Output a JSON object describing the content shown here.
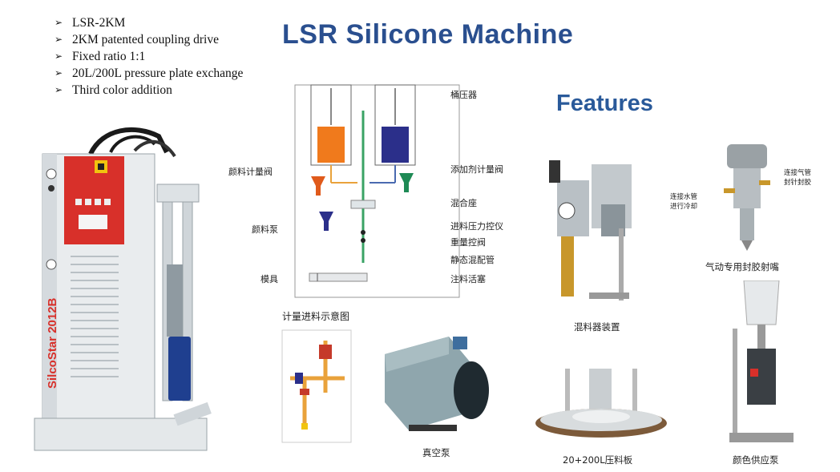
{
  "title": "LSR Silicone Machine",
  "features_heading": "Features",
  "bullets": [
    "LSR-2KM",
    "2KM patented coupling drive",
    "Fixed ratio 1:1",
    "20L/200L pressure plate exchange",
    "Third color addition"
  ],
  "machine_label": "SilcoStar 2012B",
  "diagram": {
    "left_labels": [
      "颜料计量阀",
      "颜料泵",
      "模具"
    ],
    "right_labels": [
      "桶压器",
      "添加剂计量阀",
      "混合座",
      "进料压力控仪",
      "重量控阀",
      "静态混配管",
      "注料活塞"
    ]
  },
  "metering_caption": "计量进料示意图",
  "captions": {
    "vacuum_pump": "真空泵",
    "mixer": "混料器装置",
    "nozzle": "气动专用封胶射嘴",
    "plate": "20+200L压料板",
    "color_pump": "颜色供应泵"
  },
  "nozzle_notes": {
    "water": [
      "连接水管",
      "进行冷却"
    ],
    "air": [
      "连接气管",
      "封针封胶"
    ]
  },
  "colors": {
    "title_blue": "#2a4f8f",
    "control_red": "#d8302a",
    "orange_tank": "#f07a1c",
    "blue_tank": "#2b2f8a",
    "green_valve": "#1e8a55"
  }
}
